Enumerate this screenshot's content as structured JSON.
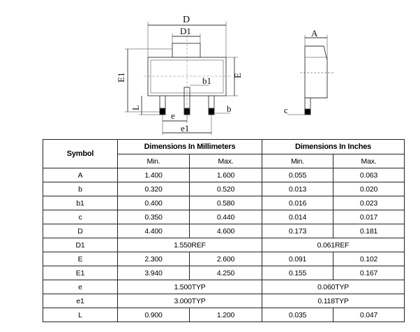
{
  "drawing": {
    "front_labels": {
      "D": "D",
      "D1": "D1",
      "E1": "E1",
      "E": "E",
      "b1": "b1",
      "b": "b",
      "e": "e",
      "e1": "e1",
      "L": "L"
    },
    "side_labels": {
      "A": "A",
      "c": "c"
    }
  },
  "table": {
    "symbol_header": "Symbol",
    "mm_header": "Dimensions In Millimeters",
    "in_header": "Dimensions In Inches",
    "min_label": "Min.",
    "max_label": "Max.",
    "rows": [
      {
        "symbol": "A",
        "mm_min": "1.400",
        "mm_max": "1.600",
        "in_min": "0.055",
        "in_max": "0.063"
      },
      {
        "symbol": "b",
        "mm_min": "0.320",
        "mm_max": "0.520",
        "in_min": "0.013",
        "in_max": "0.020"
      },
      {
        "symbol": "b1",
        "mm_min": "0.400",
        "mm_max": "0.580",
        "in_min": "0.016",
        "in_max": "0.023"
      },
      {
        "symbol": "c",
        "mm_min": "0.350",
        "mm_max": "0.440",
        "in_min": "0.014",
        "in_max": "0.017"
      },
      {
        "symbol": "D",
        "mm_min": "4.400",
        "mm_max": "4.600",
        "in_min": "0.173",
        "in_max": "0.181"
      },
      {
        "symbol": "D1",
        "mm_merged": "1.550REF",
        "in_merged": "0.061REF"
      },
      {
        "symbol": "E",
        "mm_min": "2.300",
        "mm_max": "2.600",
        "in_min": "0.091",
        "in_max": "0.102"
      },
      {
        "symbol": "E1",
        "mm_min": "3.940",
        "mm_max": "4.250",
        "in_min": "0.155",
        "in_max": "0.167"
      },
      {
        "symbol": "e",
        "mm_merged": "1.500TYP",
        "in_merged": "0.060TYP"
      },
      {
        "symbol": "e1",
        "mm_merged": "3.000TYP",
        "in_merged": "0.118TYP"
      },
      {
        "symbol": "L",
        "mm_min": "0.900",
        "mm_max": "1.200",
        "in_min": "0.035",
        "in_max": "0.047"
      }
    ]
  }
}
